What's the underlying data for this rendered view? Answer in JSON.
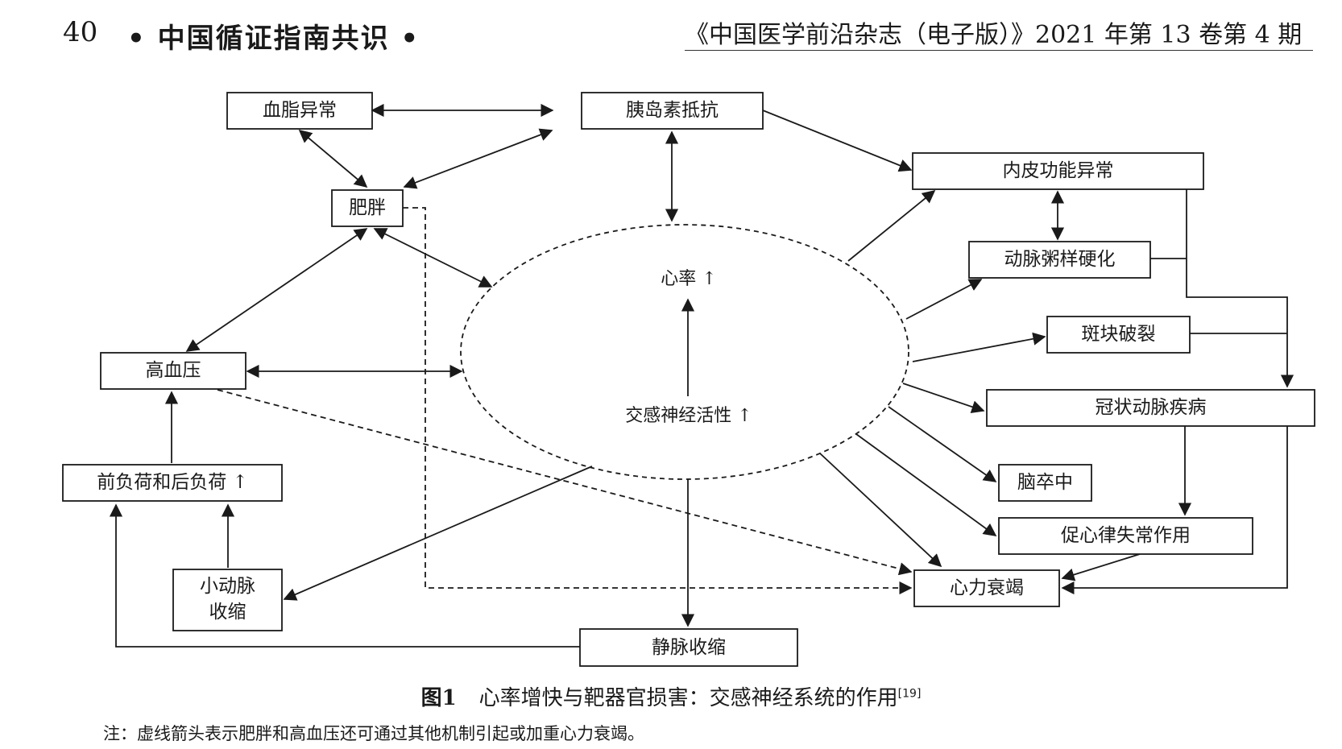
{
  "header": {
    "page_number": "40",
    "section": "• 中国循证指南共识 •",
    "journal": "《中国医学前沿杂志（电子版）》2021 年第 13 卷第 4 期"
  },
  "nodes": {
    "xuezhi": "血脂异常",
    "yidao": "胰岛素抵抗",
    "feipang": "肥胖",
    "neipi": "内皮功能异常",
    "dongmai_zhouyang": "动脉粥样硬化",
    "bankuai": "斑块破裂",
    "gaoxueya": "高血压",
    "guanzhuang": "冠状动脉疾病",
    "qianfuhe": "前负荷和后负荷 ↑",
    "naocuzhong": "脑卒中",
    "cuxinlv": "促心律失常作用",
    "xiaodongmai_1": "小动脉",
    "xiaodongmai_2": "收缩",
    "xinli": "心力衰竭",
    "jingmai": "静脉收缩",
    "xinlv": "心率 ↑",
    "jiaogan": "交感神经活性 ↑"
  },
  "caption": {
    "figure_number": "图1",
    "title": "心率增快与靶器官损害：交感神经系统的作用",
    "ref": "[19]",
    "note": "注：虚线箭头表示肥胖和高血压还可通过其他机制引起或加重心力衰竭。"
  }
}
